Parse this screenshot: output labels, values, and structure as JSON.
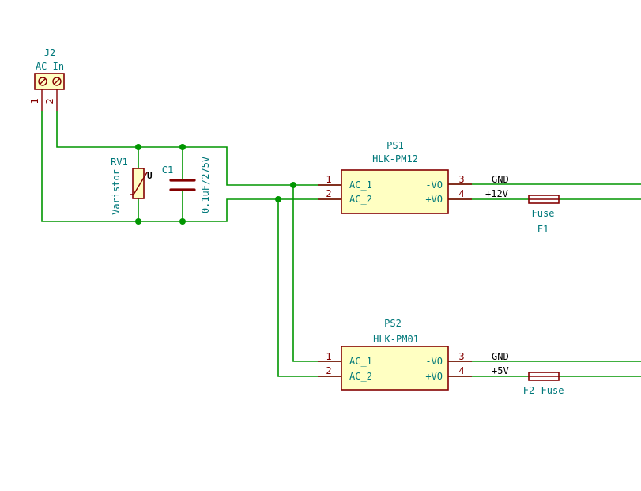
{
  "schematic": {
    "colors": {
      "wire": "#009600",
      "component": "#840000",
      "component_fill": "#ffffc2",
      "label": "#00787a",
      "net_label": "#000000",
      "background": "#ffffff"
    },
    "connector_j2": {
      "ref": "J2",
      "value": "AC In",
      "pin1": "1",
      "pin2": "2"
    },
    "varistor_rv1": {
      "ref": "RV1",
      "value": "Varistor",
      "symbol_mark": "U"
    },
    "capacitor_c1": {
      "ref": "C1",
      "value": "0.1uF/275V"
    },
    "psu_ps1": {
      "ref": "PS1",
      "value": "HLK-PM12",
      "pins": [
        {
          "num": "1",
          "name": "AC_1"
        },
        {
          "num": "2",
          "name": "AC_2"
        },
        {
          "num": "3",
          "name": "-VO"
        },
        {
          "num": "4",
          "name": "+VO"
        }
      ]
    },
    "psu_ps2": {
      "ref": "PS2",
      "value": "HLK-PM01",
      "pins": [
        {
          "num": "1",
          "name": "AC_1"
        },
        {
          "num": "2",
          "name": "AC_2"
        },
        {
          "num": "3",
          "name": "-VO"
        },
        {
          "num": "4",
          "name": "+VO"
        }
      ]
    },
    "fuse_f1": {
      "ref": "F1",
      "value": "Fuse"
    },
    "fuse_f2": {
      "ref": "F2",
      "value": "Fuse"
    },
    "net_labels": {
      "ps1_gnd": "GND",
      "ps1_out": "+12V",
      "ps2_gnd": "GND",
      "ps2_out": "+5V"
    }
  }
}
